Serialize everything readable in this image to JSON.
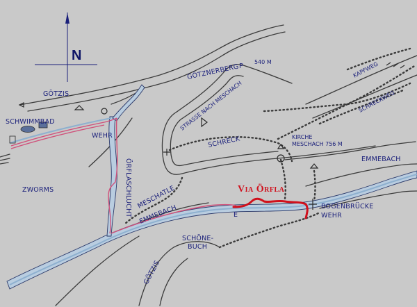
{
  "map": {
    "north_label": "N",
    "route_label": "Via Örfla",
    "places": {
      "goetzis_top": "GÖTZIS",
      "schwimmbad": "SCHWIMMBAD",
      "wehr_left": "WEHR",
      "zworms": "ZWORMS",
      "oerflaschlucht": "ÖRFLASCHLUCHT",
      "meschatle": "MESCHATLE",
      "emmebach_left": "EMMEBACH",
      "goetzis_bottom": "GÖTZIS",
      "schoenebuch_1": "SCHÖNE-",
      "schoenebuch_2": "BUCH",
      "goetznerberg": "GÖTZNERBERG",
      "parking": "P",
      "elev_540": "540 M",
      "strasse_meschach": "STRASSE NACH MESCHACH",
      "schreck": "SCHRECK",
      "kirche_1": "KIRCHE",
      "kirche_2": "MESCHACH 756 M",
      "kapfweg": "KAPFWEG",
      "schreckweg": "SCHRECKWEG",
      "emmebach_right": "EMMEBACH",
      "bogenbruecke": "BOGENBRÜCKE",
      "wehr_right": "WEHR",
      "e_marker": "E"
    }
  }
}
